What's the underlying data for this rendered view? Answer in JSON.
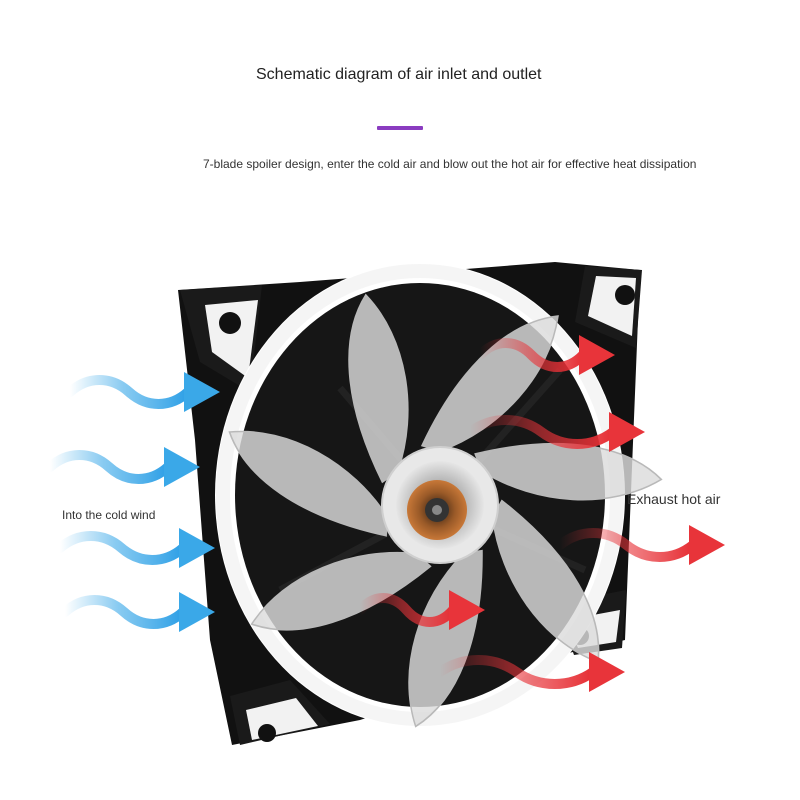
{
  "header": {
    "title": "Schematic diagram of air inlet and outlet",
    "subtitle": "7-blade spoiler design, enter the cold air and blow out the hot air for effective heat dissipation"
  },
  "labels": {
    "inlet": "Into the cold wind",
    "outlet": "Exhaust hot air"
  },
  "fan": {
    "blade_count": 7
  },
  "colors": {
    "accent_bar": "#8a3cc0",
    "cold_arrow": "#3aa8e8",
    "hot_arrow": "#e8343a",
    "frame": "#111111",
    "ring": "#f4f4f4"
  },
  "icons": {
    "cold_air": "cold-air-arrow-icon",
    "hot_air": "hot-air-arrow-icon"
  }
}
